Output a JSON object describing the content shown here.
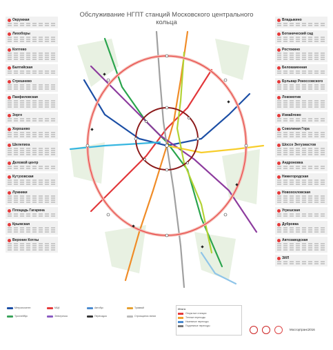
{
  "title": "Обслуживание НГПТ станций Московского центрального кольца",
  "left_stations": [
    "Окружная",
    "Лихоборы",
    "Коптево",
    "Балтийская",
    "Стрешнево",
    "Панфиловская",
    "Зорге",
    "Хорошево",
    "Шелепиха",
    "Деловой центр",
    "Кутузовская",
    "Лужники",
    "Площадь Гагарина",
    "Крымская",
    "Верхние Котлы"
  ],
  "right_stations": [
    "Владыкино",
    "Ботанический сад",
    "Ростокино",
    "Белокаменная",
    "Бульвар Рокоссовского",
    "Локомотив",
    "Измайлово",
    "Соколиная Гора",
    "Шоссе Энтузиастов",
    "Андроновка",
    "Нижегородская",
    "Новохохловская",
    "Угрешская",
    "Дубровка",
    "Автозаводская",
    "ЗИЛ"
  ],
  "legend": {
    "items": [
      "Метрополитен",
      "МЦК",
      "Автобус",
      "Трамвай",
      "Троллейбус",
      "Электричка",
      "Пересадка",
      "Строящиеся линии"
    ],
    "table_title": "Итого",
    "table_rows": [
      "Открытые станции",
      "Теплые переходы",
      "Наземные переходы",
      "Подземные переходы"
    ]
  },
  "brand": "Мосгортранс2016",
  "colors": {
    "mck": "#e63a3a",
    "card_bg": "#f1f1f1",
    "ring": "#8b1a1a"
  },
  "icons": [
    "metro-logo-icon",
    "mosgortrans-logo-icon",
    "ngpt-logo-icon"
  ]
}
